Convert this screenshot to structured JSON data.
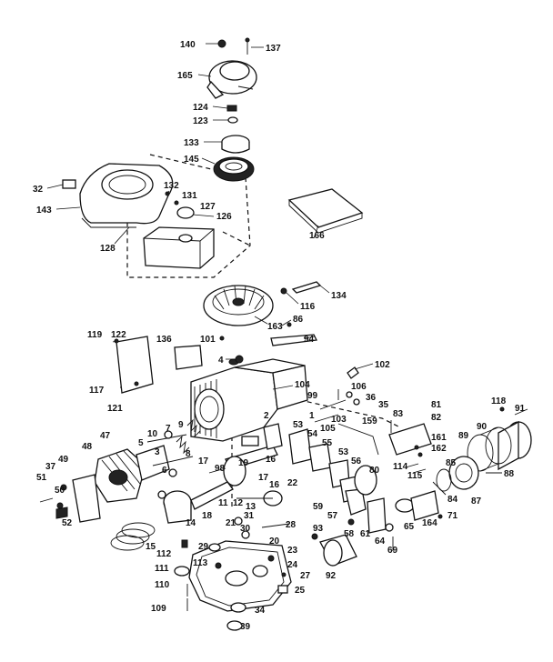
{
  "diagram": {
    "callouts": [
      {
        "id": "p140",
        "label": "140"
      },
      {
        "id": "p137",
        "label": "137"
      },
      {
        "id": "p165",
        "label": "165"
      },
      {
        "id": "p124",
        "label": "124"
      },
      {
        "id": "p123",
        "label": "123"
      },
      {
        "id": "p133",
        "label": "133"
      },
      {
        "id": "p145",
        "label": "145"
      },
      {
        "id": "p32",
        "label": "32"
      },
      {
        "id": "p132",
        "label": "132"
      },
      {
        "id": "p131",
        "label": "131"
      },
      {
        "id": "p127",
        "label": "127"
      },
      {
        "id": "p126",
        "label": "126"
      },
      {
        "id": "p143",
        "label": "143"
      },
      {
        "id": "p128",
        "label": "128"
      },
      {
        "id": "p166",
        "label": "166"
      },
      {
        "id": "p134",
        "label": "134"
      },
      {
        "id": "p116",
        "label": "116"
      },
      {
        "id": "p163",
        "label": "163"
      },
      {
        "id": "p86",
        "label": "86"
      },
      {
        "id": "p119",
        "label": "119"
      },
      {
        "id": "p122",
        "label": "122"
      },
      {
        "id": "p136",
        "label": "136"
      },
      {
        "id": "p101",
        "label": "101"
      },
      {
        "id": "p94",
        "label": "94"
      },
      {
        "id": "p102",
        "label": "102"
      },
      {
        "id": "p117",
        "label": "117"
      },
      {
        "id": "p121",
        "label": "121"
      },
      {
        "id": "p4",
        "label": "4"
      },
      {
        "id": "p104",
        "label": "104"
      },
      {
        "id": "p99",
        "label": "99"
      },
      {
        "id": "p106",
        "label": "106"
      },
      {
        "id": "p36",
        "label": "36"
      },
      {
        "id": "p35",
        "label": "35"
      },
      {
        "id": "p118",
        "label": "118"
      },
      {
        "id": "p91",
        "label": "91"
      },
      {
        "id": "p81",
        "label": "81"
      },
      {
        "id": "p83",
        "label": "83"
      },
      {
        "id": "p82",
        "label": "82"
      },
      {
        "id": "p1",
        "label": "1"
      },
      {
        "id": "p103",
        "label": "103"
      },
      {
        "id": "p105",
        "label": "105"
      },
      {
        "id": "p159",
        "label": "159"
      },
      {
        "id": "p161",
        "label": "161"
      },
      {
        "id": "p162",
        "label": "162"
      },
      {
        "id": "p90",
        "label": "90"
      },
      {
        "id": "p89",
        "label": "89"
      },
      {
        "id": "p47",
        "label": "47"
      },
      {
        "id": "p10",
        "label": "10"
      },
      {
        "id": "p7",
        "label": "7"
      },
      {
        "id": "p9",
        "label": "9"
      },
      {
        "id": "p2",
        "label": "2"
      },
      {
        "id": "p53a",
        "label": "53"
      },
      {
        "id": "p54",
        "label": "54"
      },
      {
        "id": "p55",
        "label": "55"
      },
      {
        "id": "p53b",
        "label": "53"
      },
      {
        "id": "p56",
        "label": "56"
      },
      {
        "id": "p48",
        "label": "48"
      },
      {
        "id": "p5",
        "label": "5"
      },
      {
        "id": "p3",
        "label": "3"
      },
      {
        "id": "p49",
        "label": "49"
      },
      {
        "id": "p37",
        "label": "37"
      },
      {
        "id": "p51",
        "label": "51"
      },
      {
        "id": "p50",
        "label": "50"
      },
      {
        "id": "p52",
        "label": "52"
      },
      {
        "id": "p6",
        "label": "6"
      },
      {
        "id": "p8",
        "label": "8"
      },
      {
        "id": "p17a",
        "label": "17"
      },
      {
        "id": "p98",
        "label": "98"
      },
      {
        "id": "p19",
        "label": "19"
      },
      {
        "id": "p16a",
        "label": "16"
      },
      {
        "id": "p114",
        "label": "114"
      },
      {
        "id": "p115",
        "label": "115"
      },
      {
        "id": "p85",
        "label": "85"
      },
      {
        "id": "p88",
        "label": "88"
      },
      {
        "id": "p80",
        "label": "80"
      },
      {
        "id": "p22",
        "label": "22"
      },
      {
        "id": "p17b",
        "label": "17"
      },
      {
        "id": "p16b",
        "label": "16"
      },
      {
        "id": "p84",
        "label": "84"
      },
      {
        "id": "p87",
        "label": "87"
      },
      {
        "id": "p57",
        "label": "57"
      },
      {
        "id": "p59",
        "label": "59"
      },
      {
        "id": "p18",
        "label": "18"
      },
      {
        "id": "p14",
        "label": "14"
      },
      {
        "id": "p11",
        "label": "11"
      },
      {
        "id": "p12",
        "label": "12"
      },
      {
        "id": "p13",
        "label": "13"
      },
      {
        "id": "p21",
        "label": "21"
      },
      {
        "id": "p31",
        "label": "31"
      },
      {
        "id": "p30",
        "label": "30"
      },
      {
        "id": "p28",
        "label": "28"
      },
      {
        "id": "p93",
        "label": "93"
      },
      {
        "id": "p58",
        "label": "58"
      },
      {
        "id": "p61",
        "label": "61"
      },
      {
        "id": "p64",
        "label": "64"
      },
      {
        "id": "p65",
        "label": "65"
      },
      {
        "id": "p164",
        "label": "164"
      },
      {
        "id": "p71",
        "label": "71"
      },
      {
        "id": "p69",
        "label": "69"
      },
      {
        "id": "p15",
        "label": "15"
      },
      {
        "id": "p29",
        "label": "29"
      },
      {
        "id": "p112",
        "label": "112"
      },
      {
        "id": "p113",
        "label": "113"
      },
      {
        "id": "p23",
        "label": "23"
      },
      {
        "id": "p20",
        "label": "20"
      },
      {
        "id": "p111",
        "label": "111"
      },
      {
        "id": "p24",
        "label": "24"
      },
      {
        "id": "p92",
        "label": "92"
      },
      {
        "id": "p27",
        "label": "27"
      },
      {
        "id": "p110",
        "label": "110"
      },
      {
        "id": "p25",
        "label": "25"
      },
      {
        "id": "p109",
        "label": "109"
      },
      {
        "id": "p34",
        "label": "34"
      },
      {
        "id": "p39",
        "label": "39"
      }
    ]
  }
}
